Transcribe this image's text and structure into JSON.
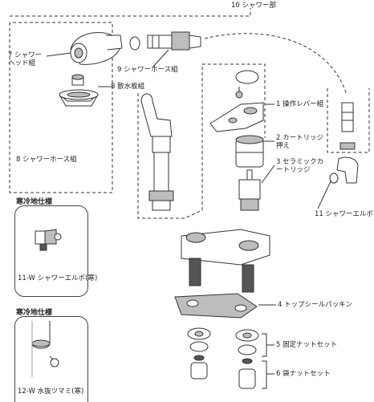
{
  "labels": {
    "shower_section": "10 シャワー部",
    "shower_head": "7 シャワーヘッド組",
    "shower_hose_9": "9 シャワーホース組",
    "spray_plate": "8 散水板組",
    "shower_hose_8": "8 シャワーホース組",
    "lever": "1 操作レバー組",
    "cartridge_holder": "2 カートリッジ押え",
    "ceramic_cartridge": "3 セラミックカートリッジ",
    "shower_elbow": "11 シャワーエルボ",
    "top_seal": "4 トップシールパッキン",
    "fixing_nut": "5 固定ナットセット",
    "bag_nut": "6 袋ナットセット"
  },
  "insets": {
    "cold_title_1": "寒冷地仕様",
    "cold_caption_1": "11-W シャワーエルボ(寒)",
    "cold_title_2": "寒冷地仕様",
    "cold_caption_2": "12-W 水抜ツマミ(寒)"
  },
  "colors": {
    "line": "#333333",
    "part_fill": "#ffffff",
    "shade": "#bdbdbd",
    "dark": "#555555"
  }
}
